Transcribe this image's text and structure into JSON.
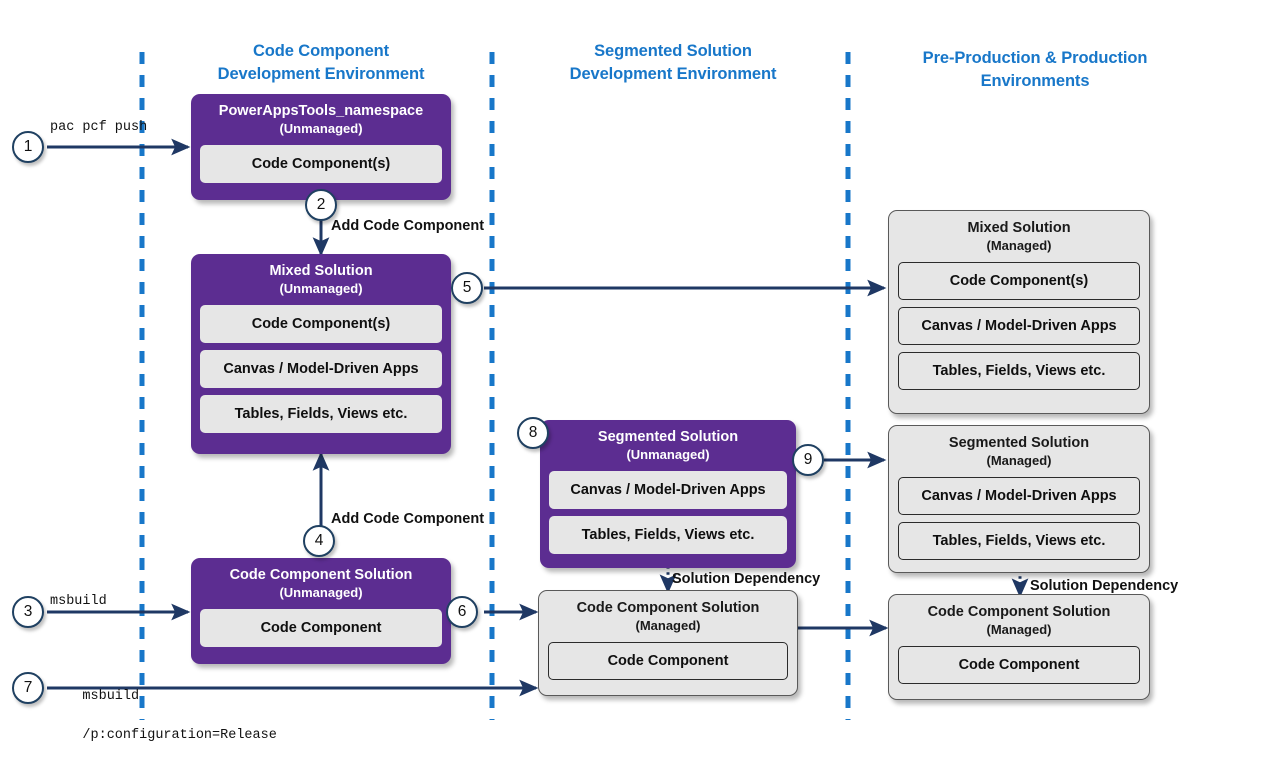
{
  "theme": {
    "purple": "#5C2D91",
    "grey_box": "#E6E6E6",
    "lane_divider": "#1877C9",
    "heading": "#1877C9",
    "arrow": "#1F3864",
    "badge_border": "#1F4061"
  },
  "environments": [
    {
      "id": "code-component-dev",
      "line1": "Code Component",
      "line2": "Development Environment"
    },
    {
      "id": "segmented-solution-dev",
      "line1": "Segmented Solution",
      "line2": "Development Environment"
    },
    {
      "id": "pre-prod-prod",
      "line1": "Pre-Production & Production",
      "line2": "Environments"
    }
  ],
  "solutions": {
    "powerappstools": {
      "title": "PowerAppsTools_namespace",
      "state": "(Unmanaged)",
      "items": [
        "Code Component(s)"
      ]
    },
    "mixed_unmanaged": {
      "title": "Mixed Solution",
      "state": "(Unmanaged)",
      "items": [
        "Code Component(s)",
        "Canvas / Model-Driven Apps",
        "Tables, Fields, Views etc."
      ]
    },
    "mixed_managed": {
      "title": "Mixed Solution",
      "state": "(Managed)",
      "items": [
        "Code Component(s)",
        "Canvas / Model-Driven Apps",
        "Tables, Fields, Views etc."
      ]
    },
    "segmented_unmanaged": {
      "title": "Segmented Solution",
      "state": "(Unmanaged)",
      "items": [
        "Canvas / Model-Driven Apps",
        "Tables, Fields, Views etc."
      ]
    },
    "segmented_managed": {
      "title": "Segmented Solution",
      "state": "(Managed)",
      "items": [
        "Canvas / Model-Driven Apps",
        "Tables, Fields, Views etc."
      ]
    },
    "codecomp_unmanaged": {
      "title": "Code Component Solution",
      "state": "(Unmanaged)",
      "items": [
        "Code Component"
      ]
    },
    "codecomp_managed_mid": {
      "title": "Code Component Solution",
      "state": "(Managed)",
      "items": [
        "Code Component"
      ]
    },
    "codecomp_managed_right": {
      "title": "Code Component Solution",
      "state": "(Managed)",
      "items": [
        "Code Component"
      ]
    }
  },
  "steps": [
    {
      "n": "1"
    },
    {
      "n": "2"
    },
    {
      "n": "3"
    },
    {
      "n": "4"
    },
    {
      "n": "5"
    },
    {
      "n": "6"
    },
    {
      "n": "7"
    },
    {
      "n": "8"
    },
    {
      "n": "9"
    }
  ],
  "labels": {
    "cmd_pac_pcf_push": "pac pcf push",
    "cmd_msbuild": "msbuild",
    "cmd_msbuild_release_l1": "msbuild",
    "cmd_msbuild_release_l2": "/p:configuration=Release",
    "add_code_component_top": "Add Code Component",
    "add_code_component_bottom": "Add Code Component",
    "solution_dependency_mid": "Solution Dependency",
    "solution_dependency_right": "Solution Dependency"
  }
}
